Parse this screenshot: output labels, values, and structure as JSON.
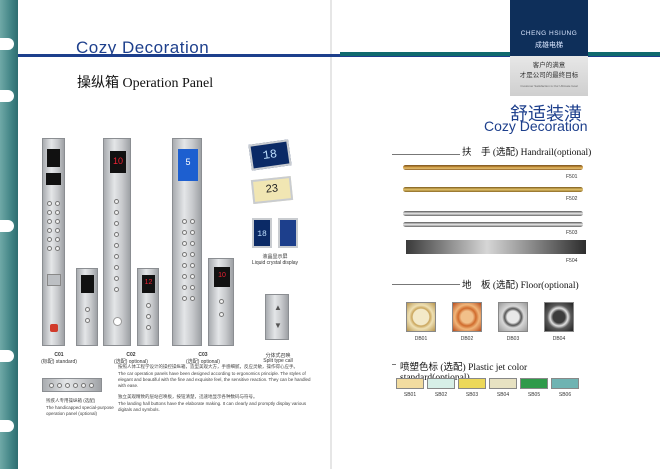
{
  "left": {
    "title": "Cozy Decoration",
    "section_title": "操纵箱 Operation Panel",
    "panels": [
      {
        "code": "C01",
        "note": "(标配) standard)"
      },
      {
        "code": "C02",
        "note": "(选配) optional)"
      },
      {
        "code": "C03",
        "note": "(选配) optional)"
      },
      {
        "code": "",
        "note": "分体式召唤"
      },
      {
        "code": "",
        "note": "Split type call"
      }
    ],
    "lcd_label_cn": "液晶显示屏",
    "lcd_label_en": "Liquid crystal display",
    "lcd_values": [
      "18",
      "23",
      "18"
    ],
    "panel_display_values": [
      "",
      "10",
      "5",
      "12",
      "10"
    ],
    "handicap_label_cn": "残疾人专用操纵箱 (选配)",
    "handicap_label_en1": "The handicapped special-purpose",
    "handicap_label_en2": "operation panel (optional)",
    "desc_cn": "按照人体工程学设计的操控操纵箱，造型美观大方，手感细腻，反应灵敏，操作得心应手。",
    "desc_en": "The car operation panels have been designed according to ergonomics principle. The styles of elegant and beautiful with the fine and exquisite feel, the sensitive reaction. They can be handled with ease.",
    "desc2_cn": "独立美观精致的层站召唤板，按钮清楚，迅速地显示各种数码与符号。",
    "desc2_en": "The landing hall buttons have the elaborate making. It can clearly and promptly display various digitals and symbols."
  },
  "right": {
    "brand_en": "CHENG HSIUNG",
    "brand_cn": "成雄电梯",
    "slogan1": "客户的满意",
    "slogan2": "才是公司的最终目标",
    "slogan_en": "Customer Satisfaction is Our Ultimate Goal",
    "title_cn": "舒适装潢",
    "title_en": "Cozy Decoration",
    "handrail_title": "扶　手 (选配)  Handrail(optional)",
    "handrails": [
      "F501",
      "F502",
      "F503",
      "F504"
    ],
    "floor_title": "地　板 (选配)  Floor(optional)",
    "floors": [
      "DB01",
      "DB02",
      "DB03",
      "DB04"
    ],
    "color_title": "喷塑色标 (选配)  Plastic jet color standard(optional)",
    "colors": [
      {
        "code": "SB01",
        "hex": "#f2dca0"
      },
      {
        "code": "SB02",
        "hex": "#d7efe7"
      },
      {
        "code": "SB03",
        "hex": "#ecd85a"
      },
      {
        "code": "SB04",
        "hex": "#e7e2c2"
      },
      {
        "code": "SB05",
        "hex": "#2f9a4a"
      },
      {
        "code": "SB06",
        "hex": "#6fb3b2"
      }
    ]
  }
}
